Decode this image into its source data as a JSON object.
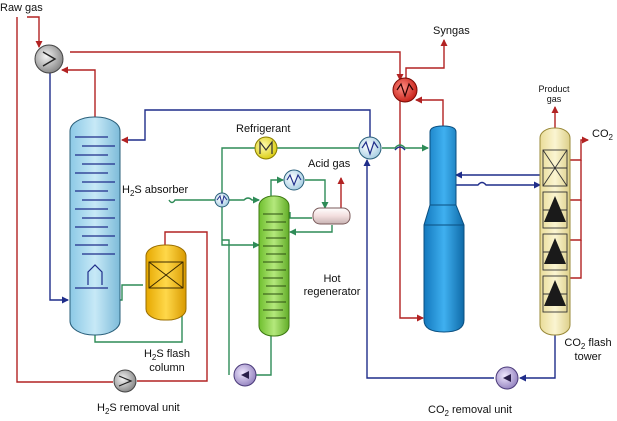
{
  "labels": {
    "raw_gas": "Raw gas",
    "syngas": "Syngas",
    "refrigerant": "Refrigerant",
    "acid_gas": "Acid gas",
    "h2s_absorber": {
      "a": "H",
      "sub": "2",
      "b": "S absorber"
    },
    "hot_regenerator": {
      "line1": "Hot",
      "line2": "regenerator"
    },
    "h2s_flash_column": {
      "a": "H",
      "sub": "2",
      "b": "S flash",
      "line2": "column"
    },
    "h2s_removal_unit": {
      "a": "H",
      "sub": "2",
      "b": "S removal unit"
    },
    "co2_removal_unit": {
      "a": "CO",
      "sub": "2",
      "b": " removal unit"
    },
    "product_gas": {
      "line1": "Product",
      "line2": "gas"
    },
    "co2_out": {
      "a": "CO",
      "sub": "2"
    },
    "co2_flash_tower": {
      "a": "CO",
      "sub": "2",
      "b": " flash",
      "line2": "tower"
    }
  },
  "colors": {
    "gas_line": "#b22222",
    "solvent_line": "#1f2d8a",
    "green_line": "#2e8b57",
    "absorber_fill": "#a9d8ee",
    "flash_column_fill": "#f4c20d",
    "regenerator_fill": "#8fd14f",
    "co2_column_fill": "#1e90d6",
    "co2_flash_tower_fill": "#f7eeb4",
    "hot_exchanger_fill": "#e8291c",
    "refrigerant_fill": "#f2e600"
  },
  "icons": [
    "heat-exchanger-icon",
    "pump-icon",
    "compressor-icon",
    "condenser-icon",
    "mixer-icon"
  ]
}
